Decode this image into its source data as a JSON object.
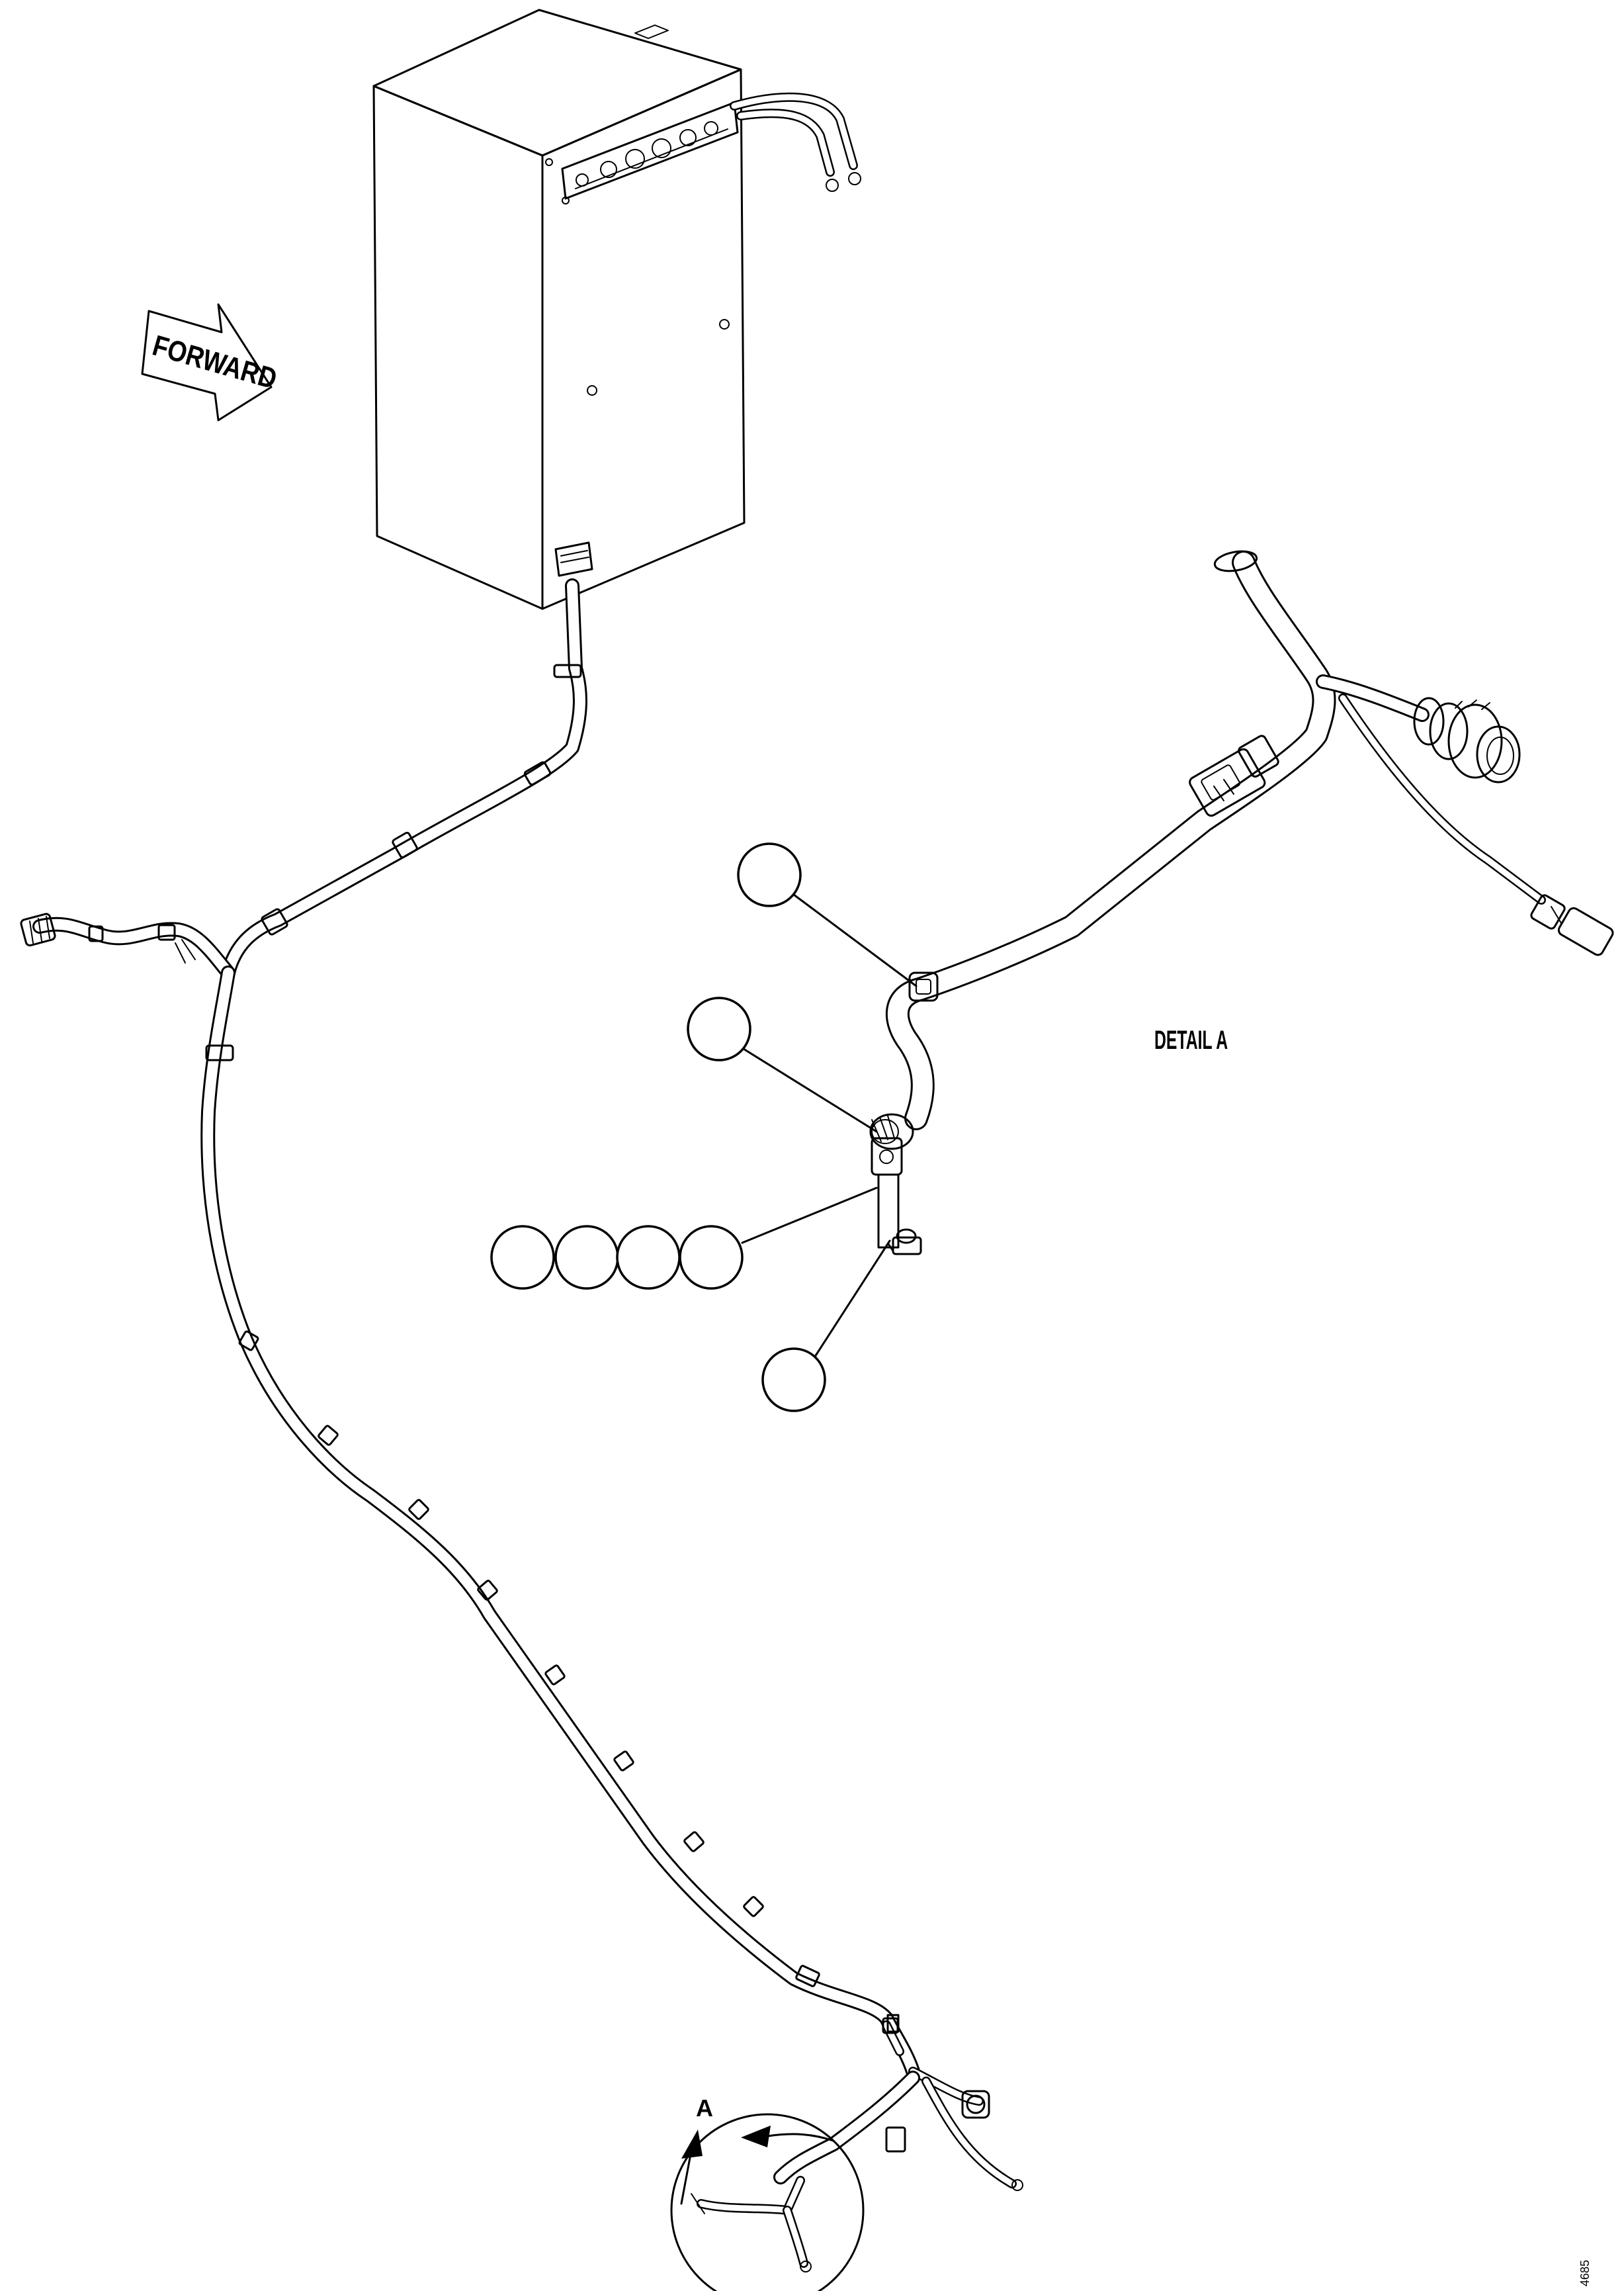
{
  "forward_arrow": {
    "label": "FORWARD"
  },
  "detail_label": "DETAIL A",
  "view_marker": {
    "letter": "A"
  },
  "sheet_id": "4685",
  "callouts": [
    {
      "id": "callout-1",
      "text": ""
    },
    {
      "id": "callout-2",
      "text": ""
    },
    {
      "id": "callout-3",
      "text": ""
    },
    {
      "id": "callout-4",
      "text": ""
    },
    {
      "id": "callout-5",
      "text": ""
    },
    {
      "id": "callout-6",
      "text": ""
    },
    {
      "id": "callout-7",
      "text": ""
    }
  ]
}
